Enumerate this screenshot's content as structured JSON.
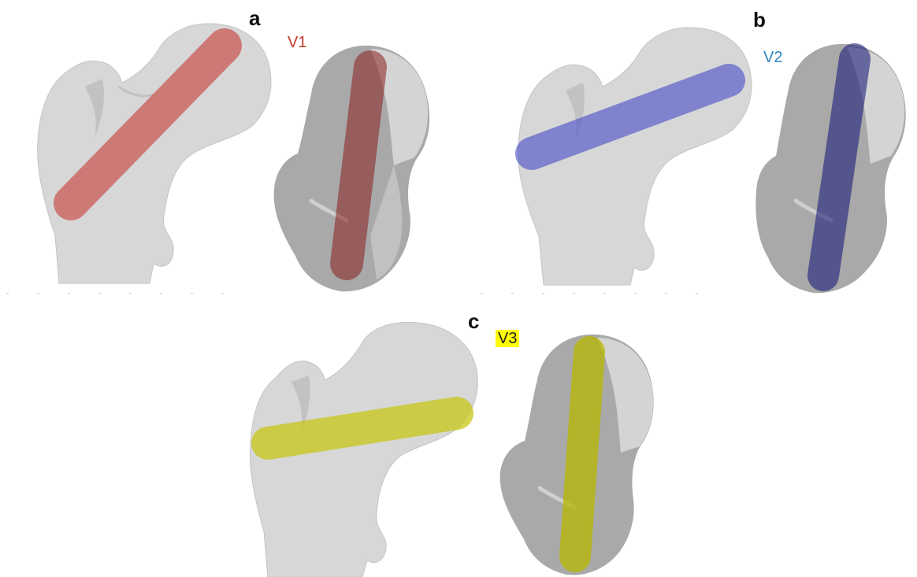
{
  "panels": {
    "a": {
      "letter": "a",
      "label": "V1",
      "label_color": "#c0392b",
      "label_bg": "transparent",
      "fill_color": "#c8403c"
    },
    "b": {
      "letter": "b",
      "label": "V2",
      "label_color": "#2e86c1",
      "label_bg": "transparent",
      "fill_color": "#4a4fc8"
    },
    "c": {
      "letter": "c",
      "label": "V3",
      "label_color": "#222222",
      "label_bg": "#ffff00",
      "fill_color": "#c8c818"
    }
  },
  "colors": {
    "bone": "#d6d6d6",
    "bone_shadow": "#b9b9b9",
    "bone_dark": "#8e8e8e"
  }
}
